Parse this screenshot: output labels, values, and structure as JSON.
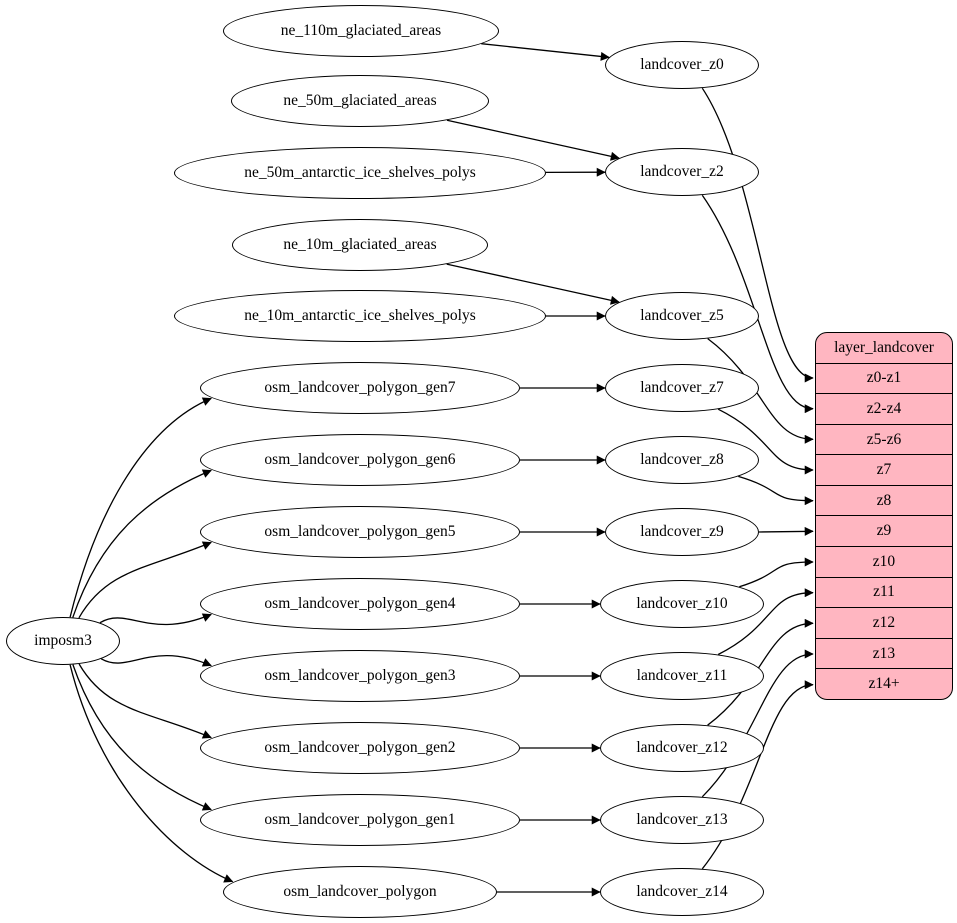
{
  "diagram": {
    "colors": {
      "background": "#ffffff",
      "node_fill": "#ffffff",
      "node_stroke": "#000000",
      "edge": "#000000",
      "table_fill": "#ffb6c1"
    },
    "nodes": [
      {
        "id": "imposm3",
        "label": "imposm3"
      },
      {
        "id": "ne_110m_glaciated_areas",
        "label": "ne_110m_glaciated_areas"
      },
      {
        "id": "ne_50m_glaciated_areas",
        "label": "ne_50m_glaciated_areas"
      },
      {
        "id": "ne_50m_antarctic_ice_shelves_polys",
        "label": "ne_50m_antarctic_ice_shelves_polys"
      },
      {
        "id": "ne_10m_glaciated_areas",
        "label": "ne_10m_glaciated_areas"
      },
      {
        "id": "ne_10m_antarctic_ice_shelves_polys",
        "label": "ne_10m_antarctic_ice_shelves_polys"
      },
      {
        "id": "osm_landcover_polygon_gen7",
        "label": "osm_landcover_polygon_gen7"
      },
      {
        "id": "osm_landcover_polygon_gen6",
        "label": "osm_landcover_polygon_gen6"
      },
      {
        "id": "osm_landcover_polygon_gen5",
        "label": "osm_landcover_polygon_gen5"
      },
      {
        "id": "osm_landcover_polygon_gen4",
        "label": "osm_landcover_polygon_gen4"
      },
      {
        "id": "osm_landcover_polygon_gen3",
        "label": "osm_landcover_polygon_gen3"
      },
      {
        "id": "osm_landcover_polygon_gen2",
        "label": "osm_landcover_polygon_gen2"
      },
      {
        "id": "osm_landcover_polygon_gen1",
        "label": "osm_landcover_polygon_gen1"
      },
      {
        "id": "osm_landcover_polygon",
        "label": "osm_landcover_polygon"
      },
      {
        "id": "landcover_z0",
        "label": "landcover_z0"
      },
      {
        "id": "landcover_z2",
        "label": "landcover_z2"
      },
      {
        "id": "landcover_z5",
        "label": "landcover_z5"
      },
      {
        "id": "landcover_z7",
        "label": "landcover_z7"
      },
      {
        "id": "landcover_z8",
        "label": "landcover_z8"
      },
      {
        "id": "landcover_z9",
        "label": "landcover_z9"
      },
      {
        "id": "landcover_z10",
        "label": "landcover_z10"
      },
      {
        "id": "landcover_z11",
        "label": "landcover_z11"
      },
      {
        "id": "landcover_z12",
        "label": "landcover_z12"
      },
      {
        "id": "landcover_z13",
        "label": "landcover_z13"
      },
      {
        "id": "landcover_z14",
        "label": "landcover_z14"
      }
    ],
    "table": {
      "id": "layer_landcover",
      "title": "layer_landcover",
      "rows": [
        "z0-z1",
        "z2-z4",
        "z5-z6",
        "z7",
        "z8",
        "z9",
        "z10",
        "z11",
        "z12",
        "z13",
        "z14+"
      ]
    },
    "edges": [
      {
        "from": "ne_110m_glaciated_areas",
        "to": "landcover_z0"
      },
      {
        "from": "ne_50m_glaciated_areas",
        "to": "landcover_z2"
      },
      {
        "from": "ne_50m_antarctic_ice_shelves_polys",
        "to": "landcover_z2"
      },
      {
        "from": "ne_10m_glaciated_areas",
        "to": "landcover_z5"
      },
      {
        "from": "ne_10m_antarctic_ice_shelves_polys",
        "to": "landcover_z5"
      },
      {
        "from": "imposm3",
        "to": "osm_landcover_polygon_gen7"
      },
      {
        "from": "imposm3",
        "to": "osm_landcover_polygon_gen6"
      },
      {
        "from": "imposm3",
        "to": "osm_landcover_polygon_gen5"
      },
      {
        "from": "imposm3",
        "to": "osm_landcover_polygon_gen4"
      },
      {
        "from": "imposm3",
        "to": "osm_landcover_polygon_gen3"
      },
      {
        "from": "imposm3",
        "to": "osm_landcover_polygon_gen2"
      },
      {
        "from": "imposm3",
        "to": "osm_landcover_polygon_gen1"
      },
      {
        "from": "imposm3",
        "to": "osm_landcover_polygon"
      },
      {
        "from": "osm_landcover_polygon_gen7",
        "to": "landcover_z7"
      },
      {
        "from": "osm_landcover_polygon_gen6",
        "to": "landcover_z8"
      },
      {
        "from": "osm_landcover_polygon_gen5",
        "to": "landcover_z9"
      },
      {
        "from": "osm_landcover_polygon_gen4",
        "to": "landcover_z10"
      },
      {
        "from": "osm_landcover_polygon_gen3",
        "to": "landcover_z11"
      },
      {
        "from": "osm_landcover_polygon_gen2",
        "to": "landcover_z12"
      },
      {
        "from": "osm_landcover_polygon_gen1",
        "to": "landcover_z13"
      },
      {
        "from": "osm_landcover_polygon",
        "to": "landcover_z14"
      },
      {
        "from": "landcover_z0",
        "to": "layer_landcover:z0-z1"
      },
      {
        "from": "landcover_z2",
        "to": "layer_landcover:z2-z4"
      },
      {
        "from": "landcover_z5",
        "to": "layer_landcover:z5-z6"
      },
      {
        "from": "landcover_z7",
        "to": "layer_landcover:z7"
      },
      {
        "from": "landcover_z8",
        "to": "layer_landcover:z8"
      },
      {
        "from": "landcover_z9",
        "to": "layer_landcover:z9"
      },
      {
        "from": "landcover_z10",
        "to": "layer_landcover:z10"
      },
      {
        "from": "landcover_z11",
        "to": "layer_landcover:z11"
      },
      {
        "from": "landcover_z12",
        "to": "layer_landcover:z12"
      },
      {
        "from": "landcover_z13",
        "to": "layer_landcover:z13"
      },
      {
        "from": "landcover_z14",
        "to": "layer_landcover:z14+"
      }
    ]
  }
}
